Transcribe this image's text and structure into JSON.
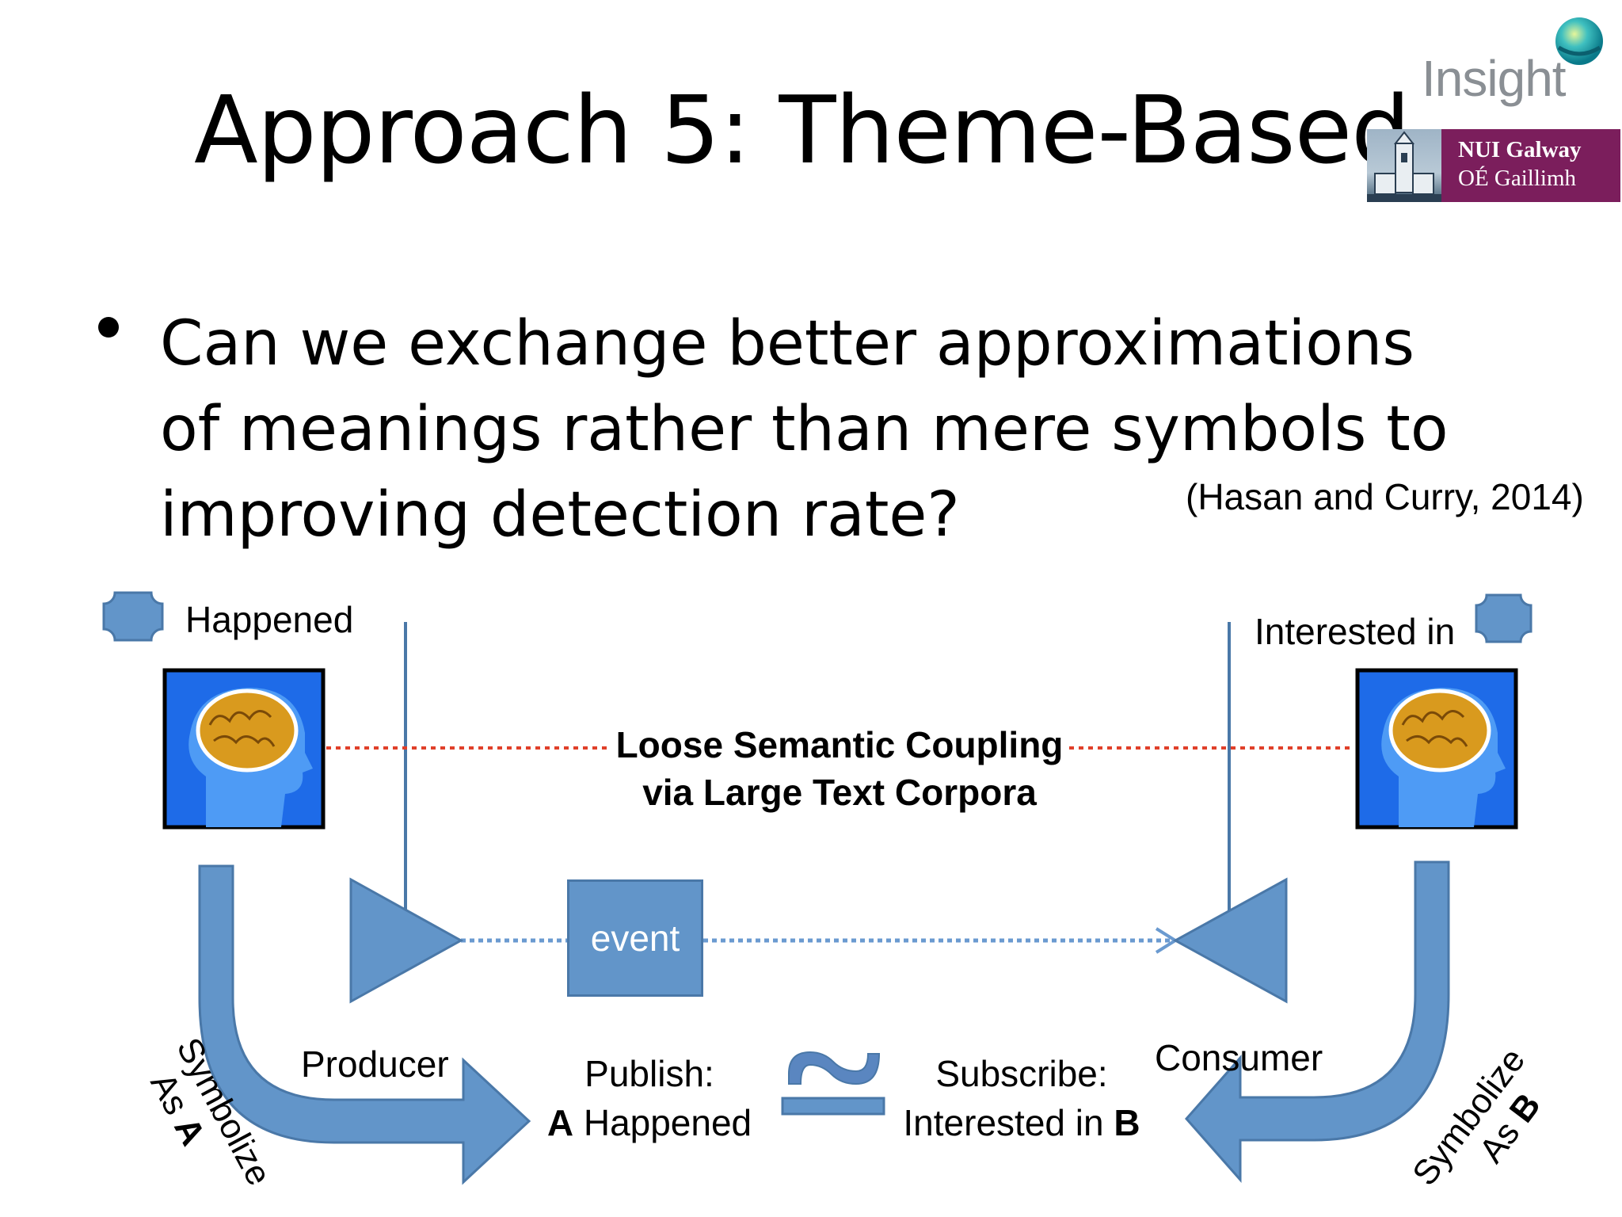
{
  "slide": {
    "title": "Approach 5: Theme-Based",
    "bullet": "Can we exchange better approximations of meanings rather than mere symbols to improving detection rate?",
    "citation": "(Hasan and Curry, 2014)"
  },
  "logos": {
    "insight": "Insight",
    "nui_line1": "NUI Galway",
    "nui_line2": "OÉ Gaillimh"
  },
  "diagram": {
    "happened": "Happened",
    "interested_in": "Interested in",
    "coupling_line1": "Loose Semantic Coupling",
    "coupling_line2": "via Large Text Corpora",
    "event": "event",
    "producer": "Producer",
    "consumer": "Consumer",
    "publish_line1": "Publish:",
    "publish_prefix": "A",
    "publish_suffix": " Happened",
    "subscribe_line1": "Subscribe:",
    "subscribe_prefix": "Interested in ",
    "subscribe_suffix": "B",
    "symbolize_left": "Symbolize",
    "as_left": "As ",
    "as_left_letter": "A",
    "symbolize_right": "Symbolize",
    "as_right": "As ",
    "as_right_letter": "B",
    "approx_symbol": "≃"
  },
  "colors": {
    "shape_fill": "#6295C9",
    "shape_stroke": "#4A78A8",
    "coupling_line": "#E0402A",
    "event_line": "#6A9AD0",
    "nui_purple": "#7B1E5C"
  }
}
